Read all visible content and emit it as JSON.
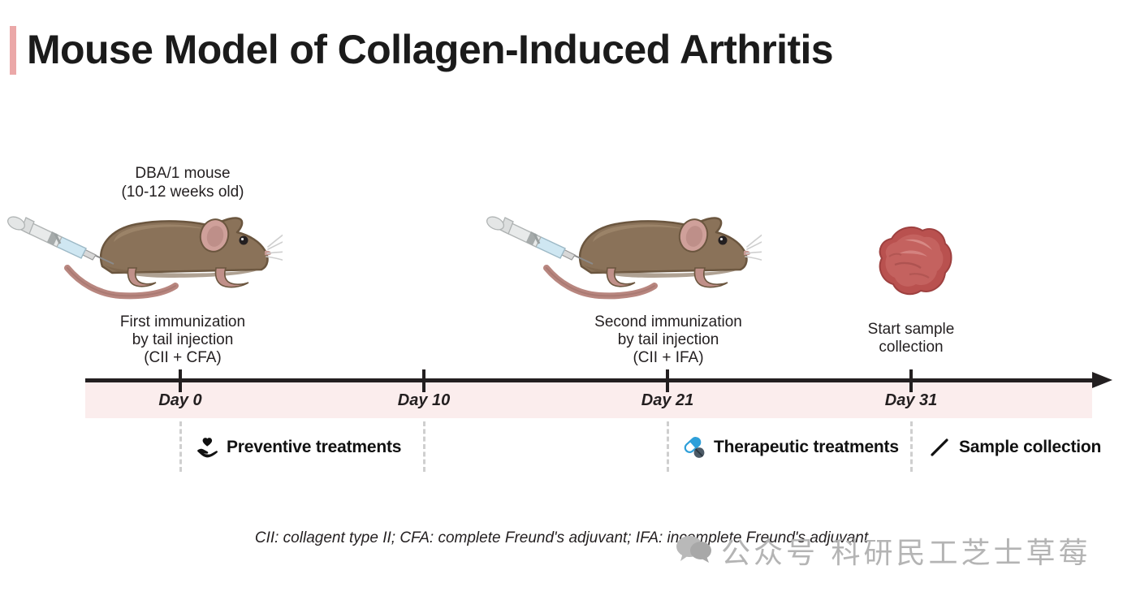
{
  "title": "Mouse Model of Collagen-Induced Arthritis",
  "accent_color": "#eba8a8",
  "band_color": "#fbeded",
  "nodes": [
    {
      "id": "first-immunization",
      "top_label": "DBA/1 mouse\n(10-12 weeks old)",
      "caption": "First immunization\nby tail injection\n(CII + CFA)",
      "icon": "mouse-with-syringe-icon"
    },
    {
      "id": "second-immunization",
      "top_label": "",
      "caption": "Second immunization\nby tail injection\n(CII + IFA)",
      "icon": "mouse-with-syringe-icon"
    },
    {
      "id": "sample-collection",
      "top_label": "",
      "caption": "Start sample\ncollection",
      "icon": "tissue-sample-icon"
    }
  ],
  "timeline": {
    "ticks": [
      {
        "label": "Day 0",
        "day": 0
      },
      {
        "label": "Day 10",
        "day": 10
      },
      {
        "label": "Day 21",
        "day": 21
      },
      {
        "label": "Day 31",
        "day": 31
      }
    ]
  },
  "legend": [
    {
      "label": "Preventive treatments",
      "icon": "heart-in-hand-icon",
      "color": "#111111"
    },
    {
      "label": "Therapeutic treatments",
      "icon": "pill-capsule-icon",
      "color": "#2e9fd9"
    },
    {
      "label": "Sample collection",
      "icon": "needle-slash-icon",
      "color": "#111111"
    }
  ],
  "footnote": "CII: collagent type II; CFA: complete Freund's adjuvant; IFA: incomplete Freund's adjuvant",
  "watermark": {
    "text": "公众号 科研民工芝士草莓",
    "icon": "chat-bubble-icon"
  }
}
